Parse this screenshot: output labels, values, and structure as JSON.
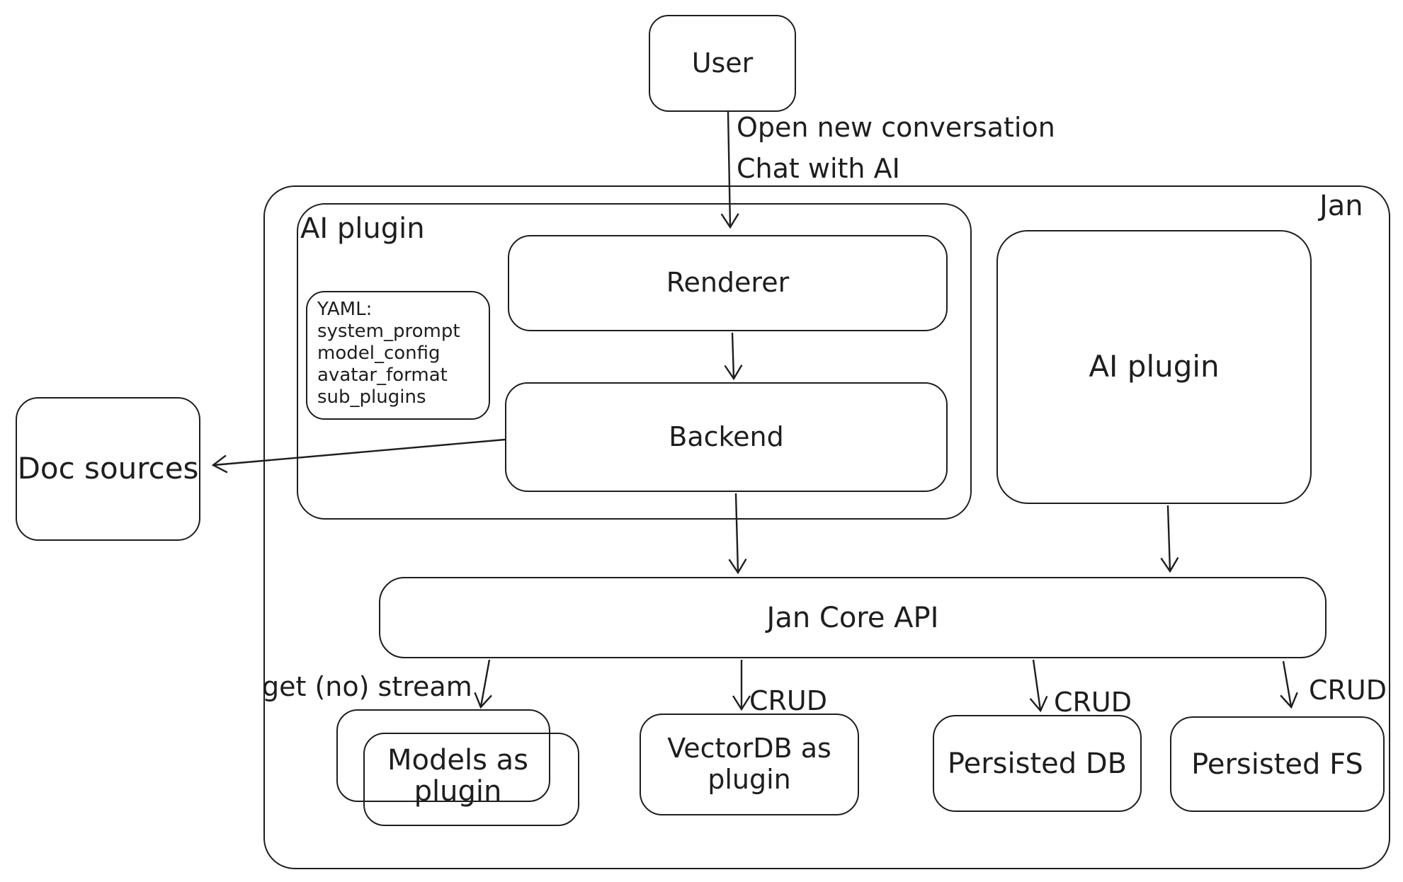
{
  "colors": {
    "stroke": "#1e1e1e",
    "background": "#ffffff"
  },
  "nodes": {
    "user": {
      "label": "User"
    },
    "jan_container": {
      "label": "Jan"
    },
    "ai_plugin_container": {
      "label": "AI plugin"
    },
    "yaml_note": {
      "lines": [
        "YAML:",
        "system_prompt",
        "model_config",
        "avatar_format",
        "sub_plugins"
      ]
    },
    "renderer": {
      "label": "Renderer"
    },
    "backend": {
      "label": "Backend"
    },
    "doc_sources": {
      "label": "Doc sources"
    },
    "ai_plugin": {
      "label": "AI plugin"
    },
    "jan_core_api": {
      "label": "Jan Core API"
    },
    "models": {
      "label_line1": "Models as",
      "label_line2": "plugin"
    },
    "vectordb": {
      "label_line1": "VectorDB as",
      "label_line2": "plugin"
    },
    "persisted_db": {
      "label": "Persisted DB"
    },
    "persisted_fs": {
      "label": "Persisted FS"
    }
  },
  "edges": {
    "user_to_renderer": {
      "label_line1": "Open new conversation",
      "label_line2": "Chat with AI"
    },
    "jan_core_to_models": {
      "label": "get (no) stream"
    },
    "jan_core_to_vectordb": {
      "label": "CRUD"
    },
    "jan_core_to_persisted_db": {
      "label": "CRUD"
    },
    "jan_core_to_persisted_fs": {
      "label": "CRUD"
    }
  }
}
